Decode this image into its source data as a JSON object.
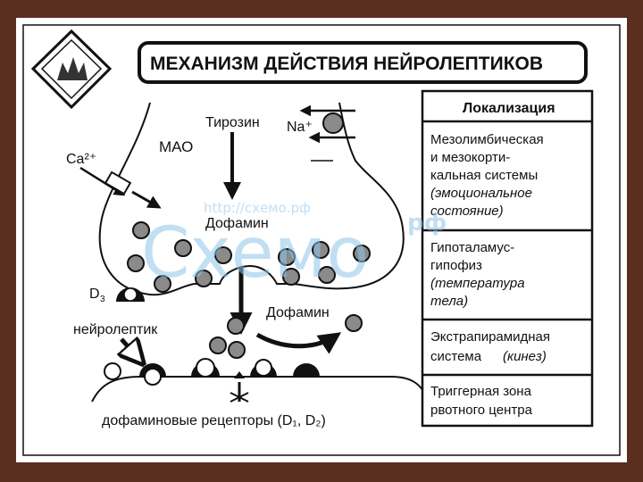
{
  "title": "МЕХАНИЗМ ДЕЙСТВИЯ НЕЙРОЛЕПТИКОВ",
  "diagram": {
    "mao": "МАО",
    "tyrosine": "Тирозин",
    "sodium": "Na⁺",
    "calcium": "Ca²⁺",
    "dopamine_inner": "Дофамин",
    "dopamine_cleft": "Дофамин",
    "d3": "D",
    "d3_sub": "3",
    "neuroleptic": "нейролептик",
    "receptors": "дофаминовые рецепторы (D₁, D₂)"
  },
  "table": {
    "header": "Локализация",
    "rows": [
      {
        "lines": [
          "Мезолимбическая",
          "и мезокорти-",
          "кальная системы"
        ],
        "italic": [
          "(эмоциональное",
          "состояние)"
        ]
      },
      {
        "lines": [
          "Гипоталамус-",
          "гипофиз"
        ],
        "italic": [
          "(температура",
          "тела)"
        ]
      },
      {
        "lines": [
          "Экстрапирамидная",
          "система"
        ],
        "italic_inline": "(кинез)"
      },
      {
        "lines": [
          "Триггерная зона",
          "рвотного центра"
        ],
        "italic": []
      }
    ]
  },
  "watermark": {
    "url": "http://схемо.рф",
    "brand": "Схемо",
    "suffix": "рф"
  },
  "colors": {
    "background": "#5a2e1e",
    "slide": "#ffffff",
    "ink": "#111111",
    "vesicle": "#8a8a8a",
    "watermark": "#8fc6ea"
  }
}
